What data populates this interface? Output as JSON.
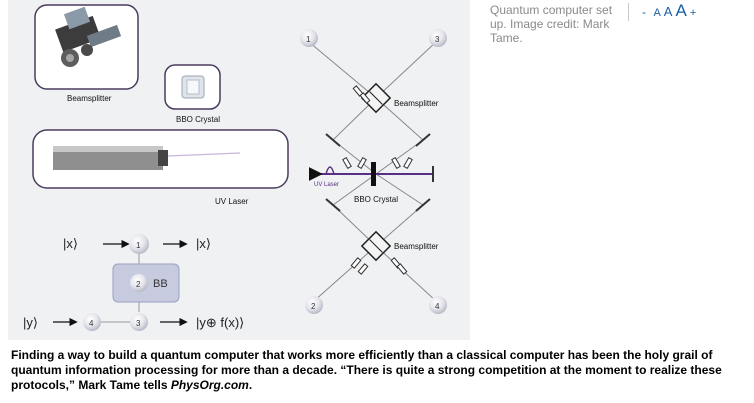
{
  "figure": {
    "labels": {
      "beamsplitter": "Beamsplitter",
      "bbo_crystal": "BBO Crystal",
      "uv_laser": "UV Laser",
      "circuit_in_x": "|x⟩",
      "circuit_out_x": "|x⟩",
      "circuit_in_y": "|y⟩",
      "circuit_out": "|y⊕ f(x)⟩",
      "bb": "BB",
      "node1": "1",
      "node2": "2",
      "node3": "3",
      "node4": "4",
      "setup_beamsplitter_top": "Beamsplitter",
      "setup_beamsplitter_bottom": "Beamsplitter",
      "setup_bbo": "BBO Crystal",
      "setup_uv": "UV Laser",
      "port1": "1",
      "port2": "2",
      "port3": "3",
      "port4": "4"
    }
  },
  "caption": {
    "text": "Quantum computer set up. Image credit: Mark Tame."
  },
  "font_controls": {
    "minus": "-",
    "a1": "A",
    "a2": "A",
    "a3": "A",
    "plus": "+"
  },
  "article": {
    "text_a": "Finding a way to build a quantum computer that works more efficiently than a classical computer has been the holy grail of quantum information processing for more than a decade. “There is quite a strong competition at the moment to realize these protocols,” Mark Tame tells ",
    "source": "PhysOrg.com",
    "text_b": "."
  }
}
